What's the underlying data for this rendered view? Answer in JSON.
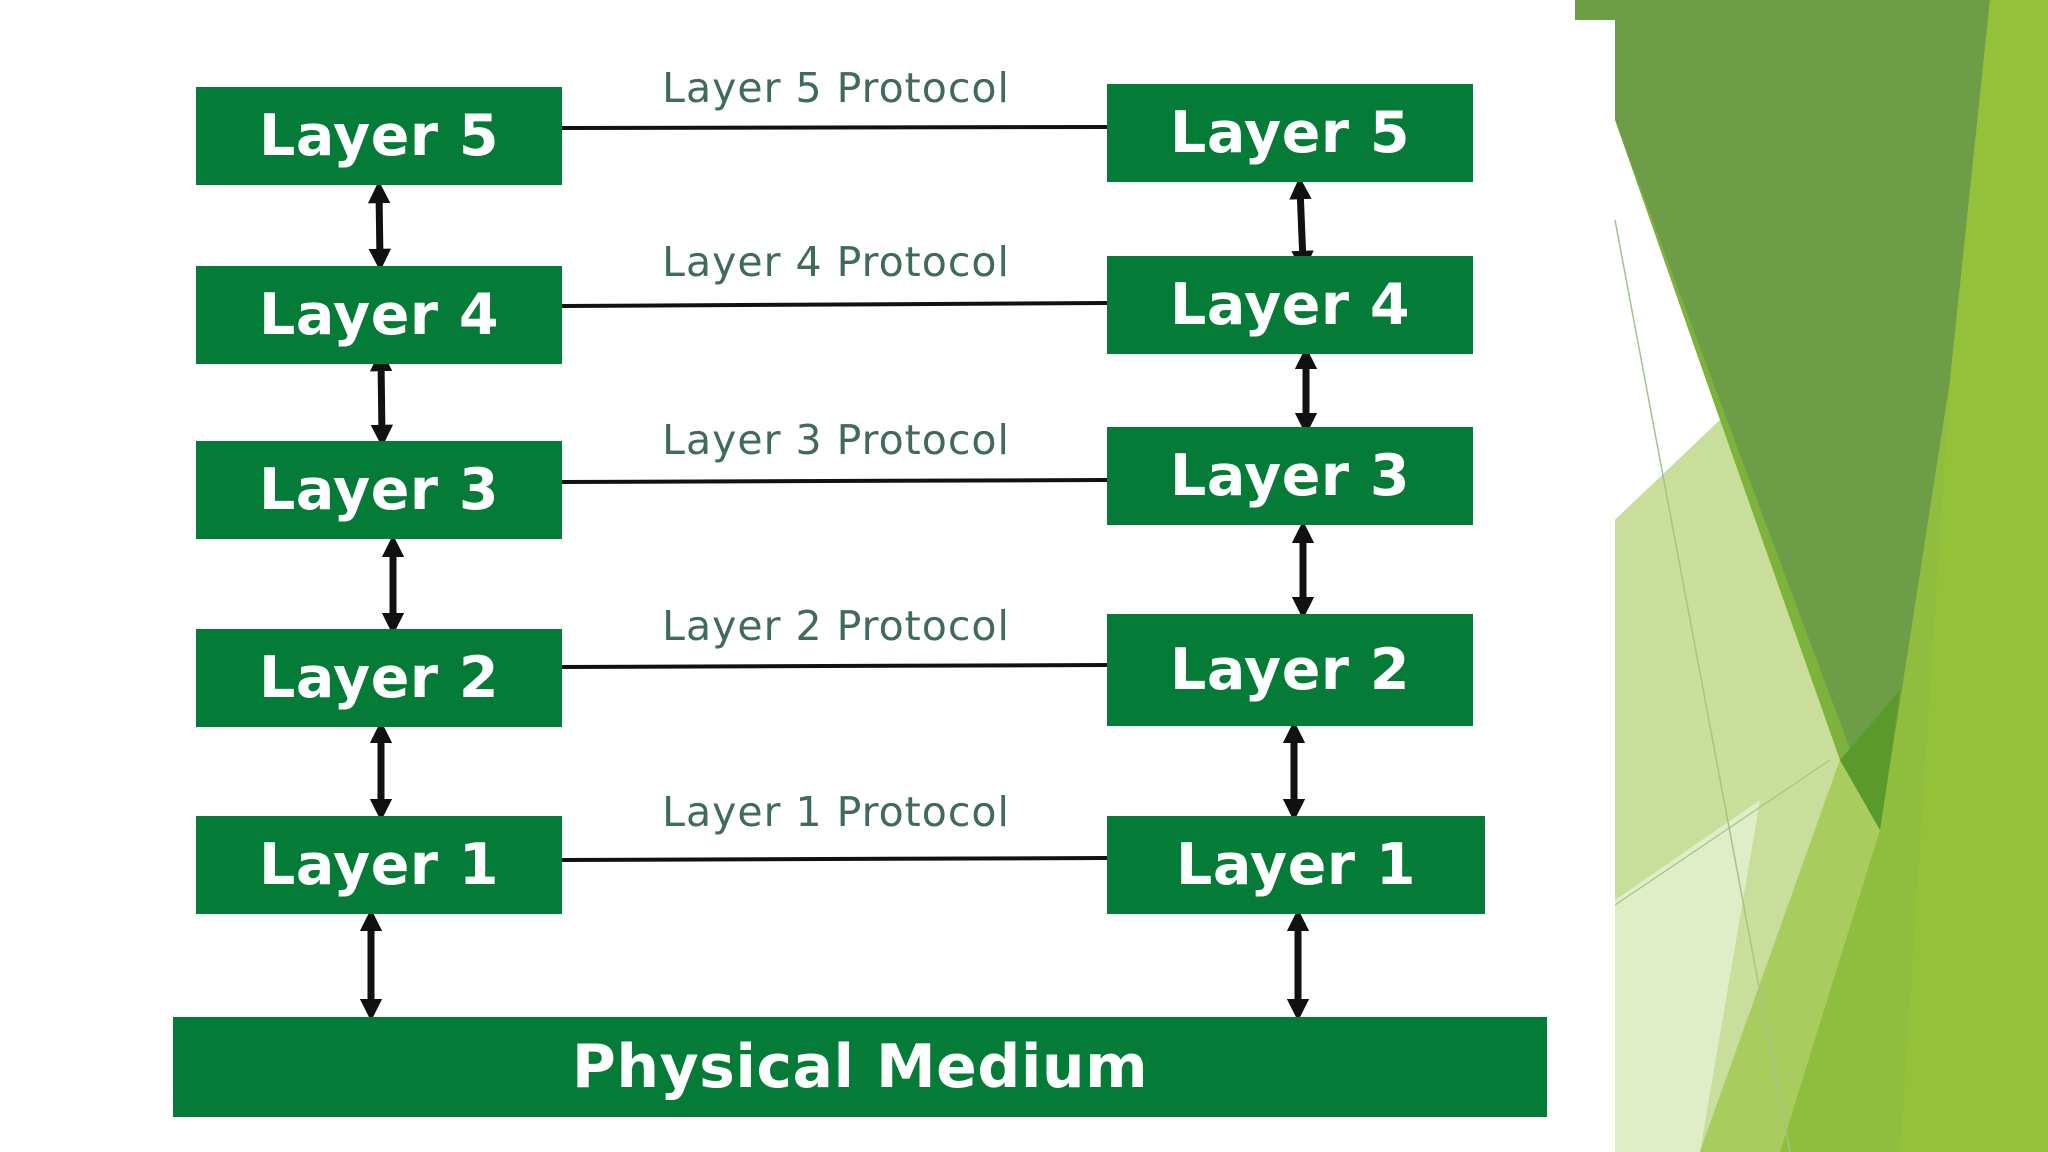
{
  "colors": {
    "box_fill": "#047c37",
    "box_text": "#ffffff",
    "protocol_text": "#3f6b58",
    "line": "#111111",
    "decor_greens": [
      "#6e9d48",
      "#7db23c",
      "#94c13a",
      "#a9cc5f",
      "#c8de9a",
      "#e0eec8",
      "#5a9a2a"
    ]
  },
  "left_stack": [
    {
      "label": "Layer 5"
    },
    {
      "label": "Layer 4"
    },
    {
      "label": "Layer 3"
    },
    {
      "label": "Layer 2"
    },
    {
      "label": "Layer 1"
    }
  ],
  "right_stack": [
    {
      "label": "Layer 5"
    },
    {
      "label": "Layer 4"
    },
    {
      "label": "Layer 3"
    },
    {
      "label": "Layer 2"
    },
    {
      "label": "Layer 1"
    }
  ],
  "protocols": [
    {
      "label": "Layer 5 Protocol"
    },
    {
      "label": "Layer 4 Protocol"
    },
    {
      "label": "Layer 3 Protocol"
    },
    {
      "label": "Layer 2 Protocol"
    },
    {
      "label": "Layer 1 Protocol"
    }
  ],
  "medium": {
    "label": "Physical Medium"
  }
}
